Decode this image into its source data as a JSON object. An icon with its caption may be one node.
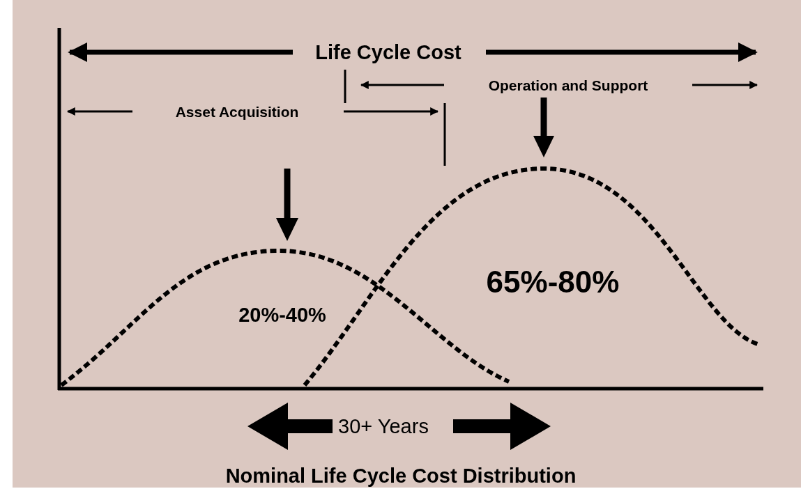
{
  "diagram": {
    "caption": "Nominal Life Cycle Cost Distribution",
    "labels": [
      "Life Cycle Cost",
      "Operation and Support",
      "Asset Acquisition",
      "65%-80%",
      "20%-40%",
      "30+ Years"
    ]
  }
}
